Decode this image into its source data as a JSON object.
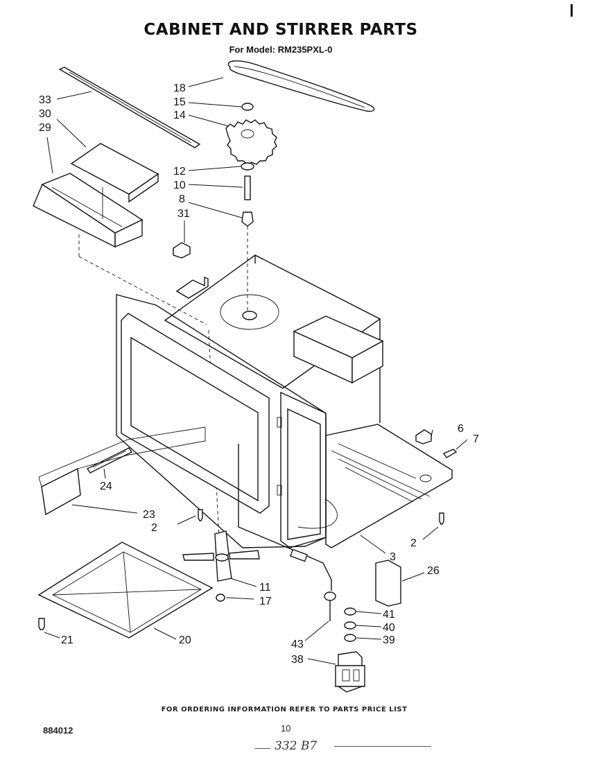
{
  "header": {
    "title": "CABINET AND STIRRER PARTS",
    "subtitle": "For Model: RM235PXL-0"
  },
  "callouts": [
    {
      "label": "33"
    },
    {
      "label": "30"
    },
    {
      "label": "29"
    },
    {
      "label": "18"
    },
    {
      "label": "15"
    },
    {
      "label": "14"
    },
    {
      "label": "12"
    },
    {
      "label": "10"
    },
    {
      "label": "8"
    },
    {
      "label": "31"
    },
    {
      "label": "6"
    },
    {
      "label": "7"
    },
    {
      "label": "24"
    },
    {
      "label": "23"
    },
    {
      "label": "2"
    },
    {
      "label": "2"
    },
    {
      "label": "3"
    },
    {
      "label": "26"
    },
    {
      "label": "11"
    },
    {
      "label": "17"
    },
    {
      "label": "41"
    },
    {
      "label": "40"
    },
    {
      "label": "39"
    },
    {
      "label": "43"
    },
    {
      "label": "38"
    },
    {
      "label": "21"
    },
    {
      "label": "20"
    }
  ],
  "footer": {
    "ordering_note": "FOR ORDERING INFORMATION REFER TO PARTS PRICE LIST",
    "doc_number": "884012",
    "page_number": "10",
    "handwritten_note": "332 B7"
  }
}
